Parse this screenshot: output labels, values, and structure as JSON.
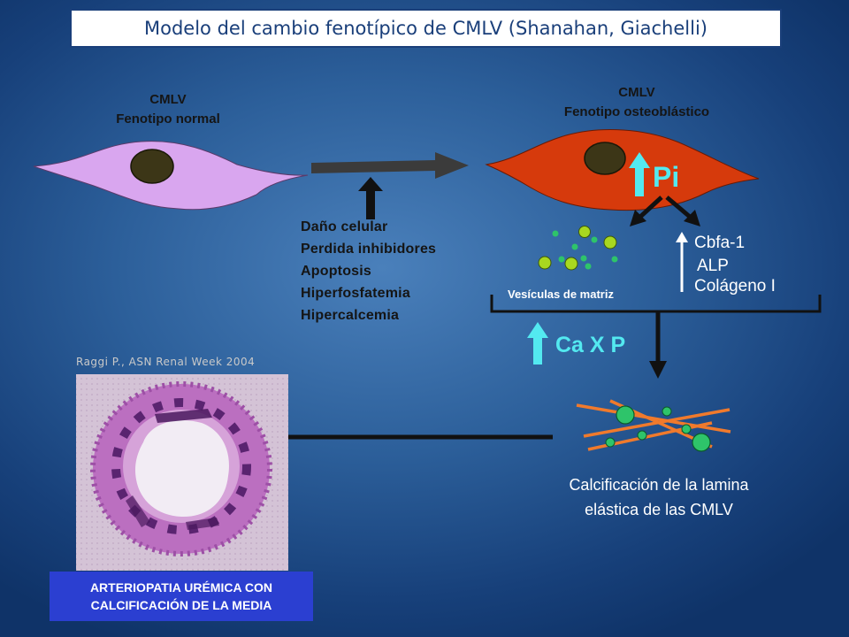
{
  "title": "Modelo del cambio fenotípico de CMLV (Shanahan, Giachelli)",
  "normal_cell": {
    "line1": "CMLV",
    "line2": "Fenotipo normal"
  },
  "osteo_cell": {
    "line1": "CMLV",
    "line2": "Fenotipo osteoblástico"
  },
  "causes": [
    "Daño celular",
    "Perdida inhibidores",
    "Apoptosis",
    "Hiperfosfatemia",
    "Hipercalcemia"
  ],
  "pi_label": "Pi",
  "genes": [
    "Cbfa-1",
    "ALP",
    "Colágeno I"
  ],
  "vesicles_label": "Vesículas de matriz",
  "cap_label": "Ca X P",
  "calcification": {
    "line1": "Calcificación de la lamina",
    "line2": "elástica de las CMLV"
  },
  "reference": "Raggi P., ASN Renal Week 2004",
  "caption": {
    "line1": "ARTERIOPATIA URÉMICA CON",
    "line2": "CALCIFICACIÓN DE LA MEDIA"
  },
  "colors": {
    "normal_cell": "#d9a6ef",
    "osteo_cell": "#d63a0c",
    "nucleus": "#3c3617",
    "accent_cyan": "#53e9f0",
    "vesicle_green": "#a8d820",
    "fiber_orange": "#f07a2c",
    "calc_green": "#2ec46a"
  }
}
